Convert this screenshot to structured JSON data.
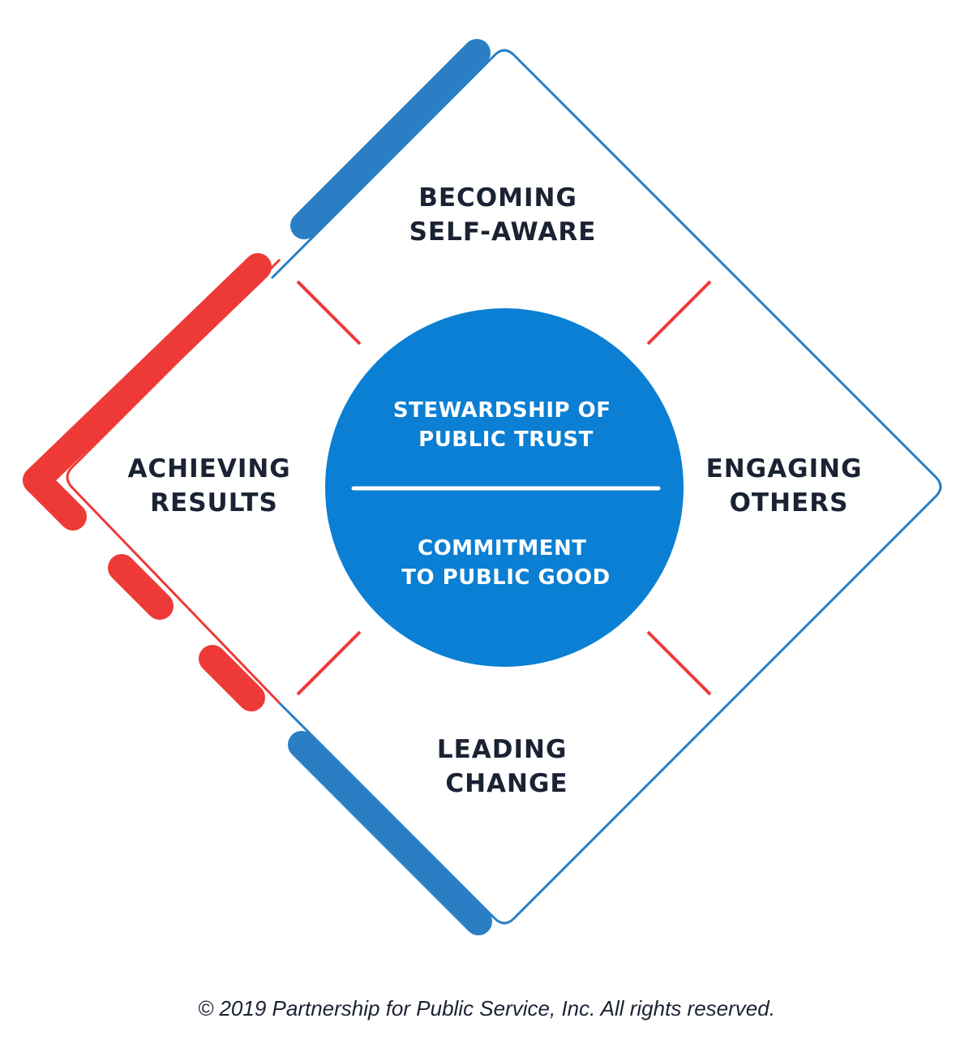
{
  "quadrants": {
    "top": [
      "BECOMING",
      "SELF-AWARE"
    ],
    "left": [
      "ACHIEVING",
      "RESULTS"
    ],
    "right": [
      "ENGAGING",
      "OTHERS"
    ],
    "bottom": [
      "LEADING",
      "CHANGE"
    ]
  },
  "center": {
    "upper": [
      "STEWARDSHIP OF",
      "PUBLIC TRUST"
    ],
    "lower": [
      "COMMITMENT",
      "TO PUBLIC GOOD"
    ]
  },
  "copyright": "© 2019 Partnership for Public Service, Inc. All rights reserved.",
  "colors": {
    "blue": "#2a7fc4",
    "circle_blue": "#0a7fd3",
    "red": "#ee3a37",
    "text_dark": "#1b2233"
  }
}
